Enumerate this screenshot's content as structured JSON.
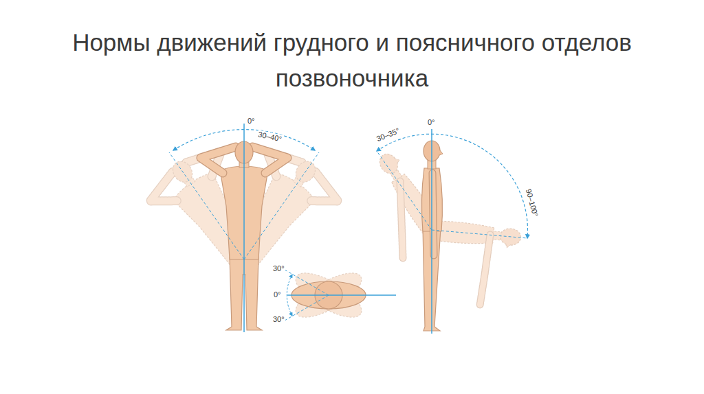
{
  "diagram": {
    "title": "Нормы движений грудного и поясничного отделов позвоночника",
    "labels": [
      "0°",
      "30–40°",
      "30–35°",
      "0°",
      "90–100°",
      "30°",
      "0°",
      "30°"
    ]
  }
}
